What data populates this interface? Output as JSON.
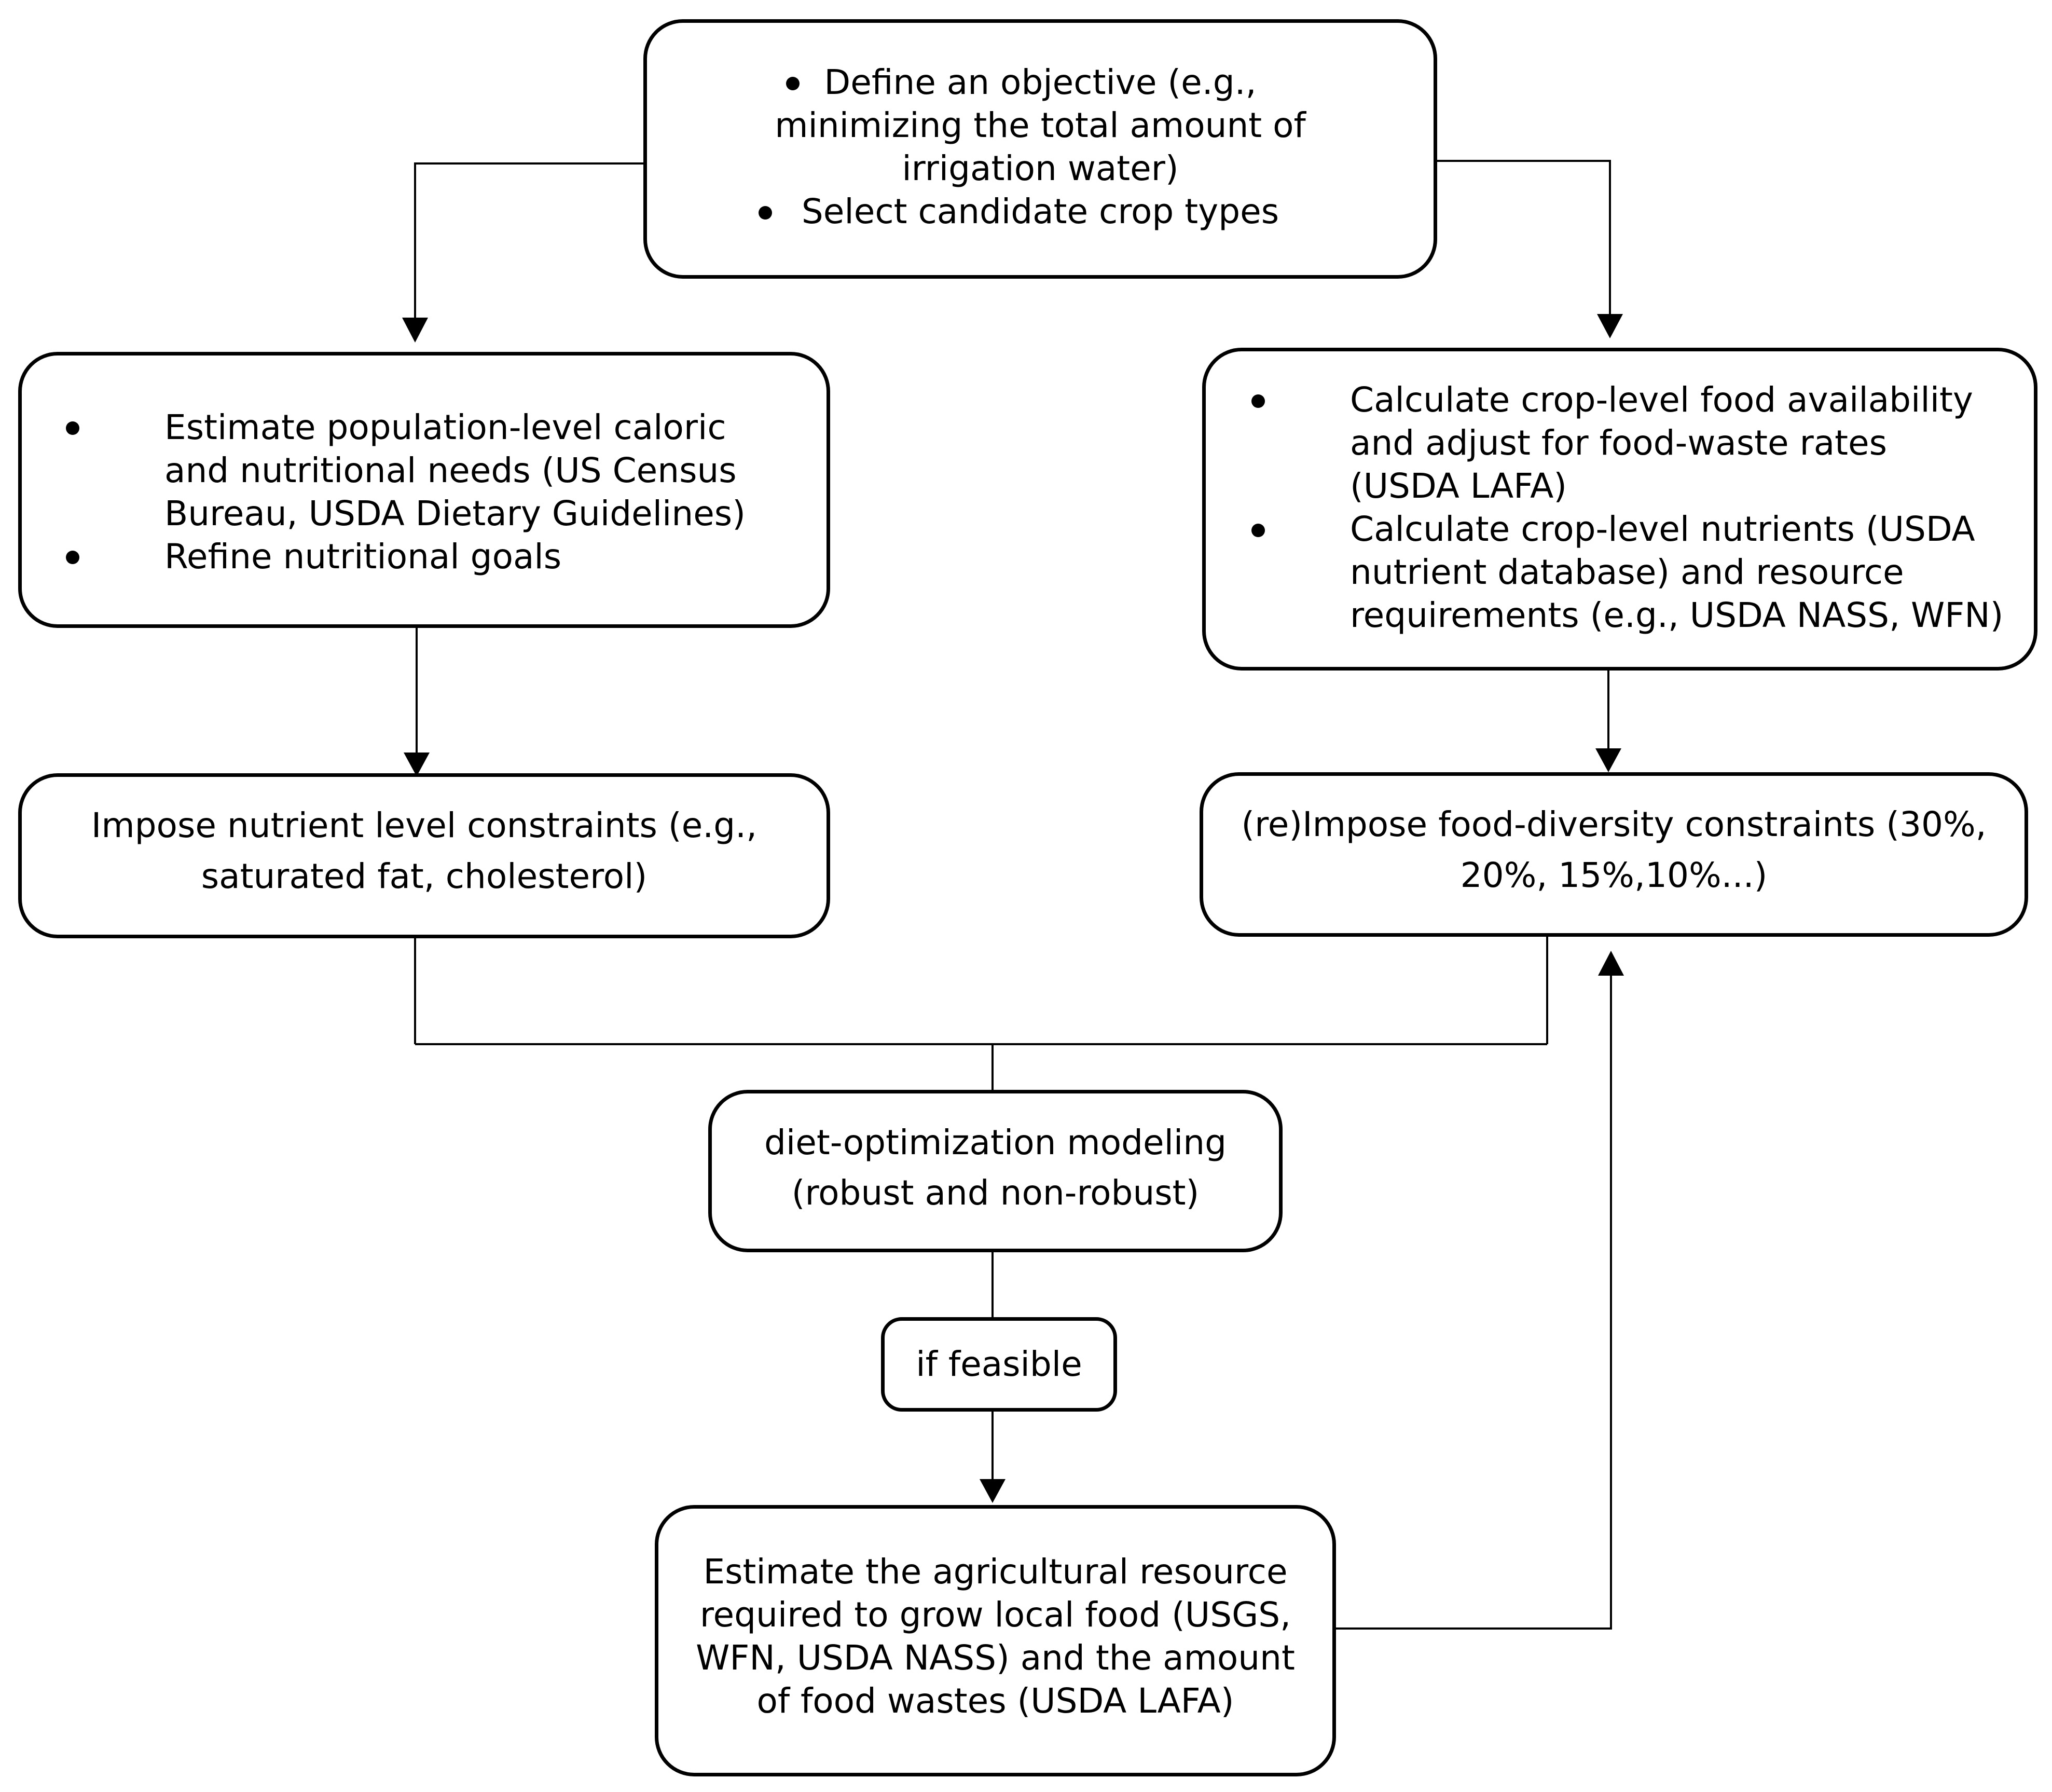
{
  "diagram": {
    "objective_box": {
      "lines": [
        "Define an objective (e.g.,",
        "minimizing the total amount of",
        "irrigation water)",
        "Select candidate crop types"
      ]
    },
    "needs_box": {
      "lines": [
        "Estimate population-level caloric",
        "and nutritional needs (US Census",
        "Bureau, USDA Dietary Guidelines)",
        "Refine nutritional goals"
      ]
    },
    "availability_box": {
      "lines": [
        "Calculate crop-level food availability",
        "and adjust for food-waste rates",
        "(USDA LAFA)",
        "Calculate crop-level nutrients (USDA",
        "nutrient database) and resource",
        "requirements (e.g., USDA NASS, WFN)"
      ]
    },
    "nutrient_constraints_box": {
      "lines": [
        "Impose nutrient level constraints (e.g.,",
        "saturated fat, cholesterol)"
      ]
    },
    "diversity_constraints_box": {
      "lines": [
        "(re)Impose food-diversity constraints (30%,",
        "20%, 15%,10%...)"
      ]
    },
    "optimization_box": {
      "lines": [
        "diet-optimization modeling",
        "(robust and non-robust)"
      ]
    },
    "feasible_box": {
      "label": "if feasible"
    },
    "resource_box": {
      "lines": [
        "Estimate the agricultural resource",
        "required to grow local food (USGS,",
        "WFN, USDA NASS) and the amount",
        "of food wastes (USDA LAFA)"
      ]
    }
  }
}
